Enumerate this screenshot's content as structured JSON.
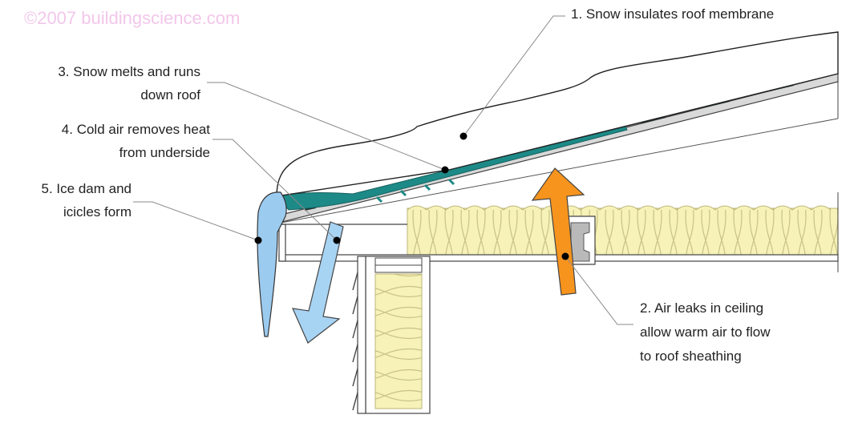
{
  "watermark": "©2007 buildingscience.com",
  "labels": {
    "l1": "1. Snow insulates roof membrane",
    "l2a": "2. Air leaks in ceiling",
    "l2b": "allow warm air to flow",
    "l2c": "to roof sheathing",
    "l3a": "3. Snow melts and runs",
    "l3b": "down roof",
    "l4a": "4. Cold air removes heat",
    "l4b": "from underside",
    "l5a": "5. Ice dam and",
    "l5b": "icicles form"
  },
  "colors": {
    "cold_air_arrow": "#a8d4f4",
    "warm_air_arrow": "#f7941d",
    "insulation": "#f6f2b8",
    "membrane": "#1d8a87",
    "ice": "#9ccbf0",
    "line": "#444444"
  }
}
